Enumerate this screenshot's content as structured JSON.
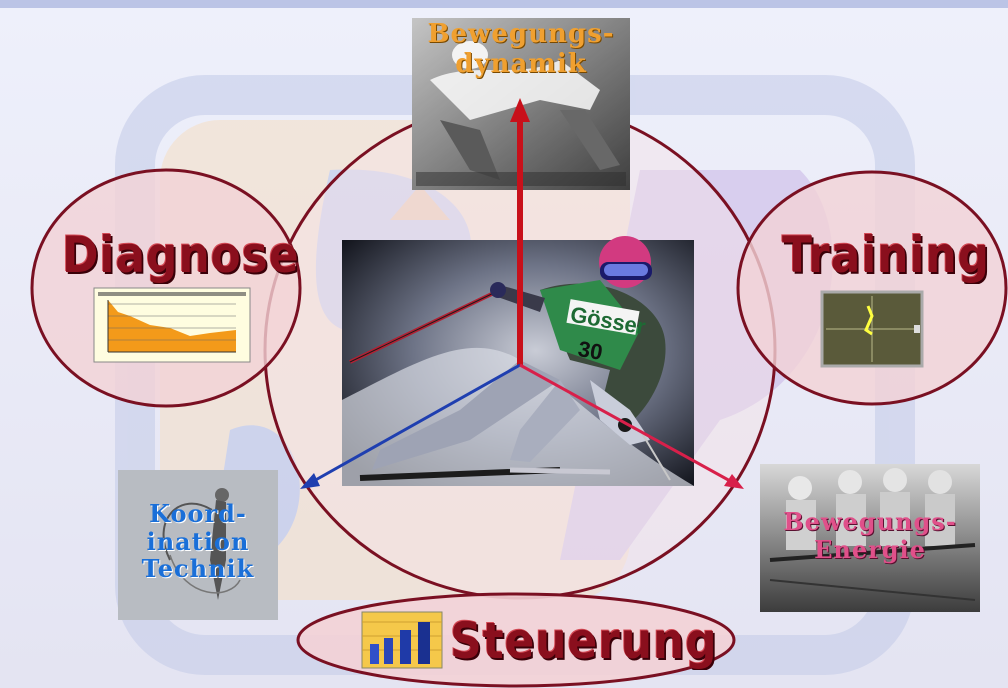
{
  "center": {
    "bib_text": "Gösser",
    "bib_number": "30"
  },
  "nodes": {
    "top": {
      "line1": "Bewegungs-",
      "line2": "dynamik",
      "color": "#f0a030"
    },
    "left": {
      "title": "Diagnose",
      "color": "#8a0f1d"
    },
    "right": {
      "title": "Training",
      "color": "#8a0f1d"
    },
    "bottom_left": {
      "line1": "Koord-",
      "line2": "ination",
      "line3": "Technik",
      "color": "#1a6fd8"
    },
    "bottom_right": {
      "line1": "Bewegungs-",
      "line2": "Energie",
      "color": "#e0508a"
    },
    "bottom": {
      "title": "Steuerung",
      "color": "#8a0f1d"
    }
  },
  "colors": {
    "ellipse_fill": "#f3d2d6",
    "ellipse_stroke": "#7a1022",
    "arrow_up": "#c8101a",
    "arrow_left": "#1f3fb0",
    "arrow_right": "#d8204a"
  }
}
